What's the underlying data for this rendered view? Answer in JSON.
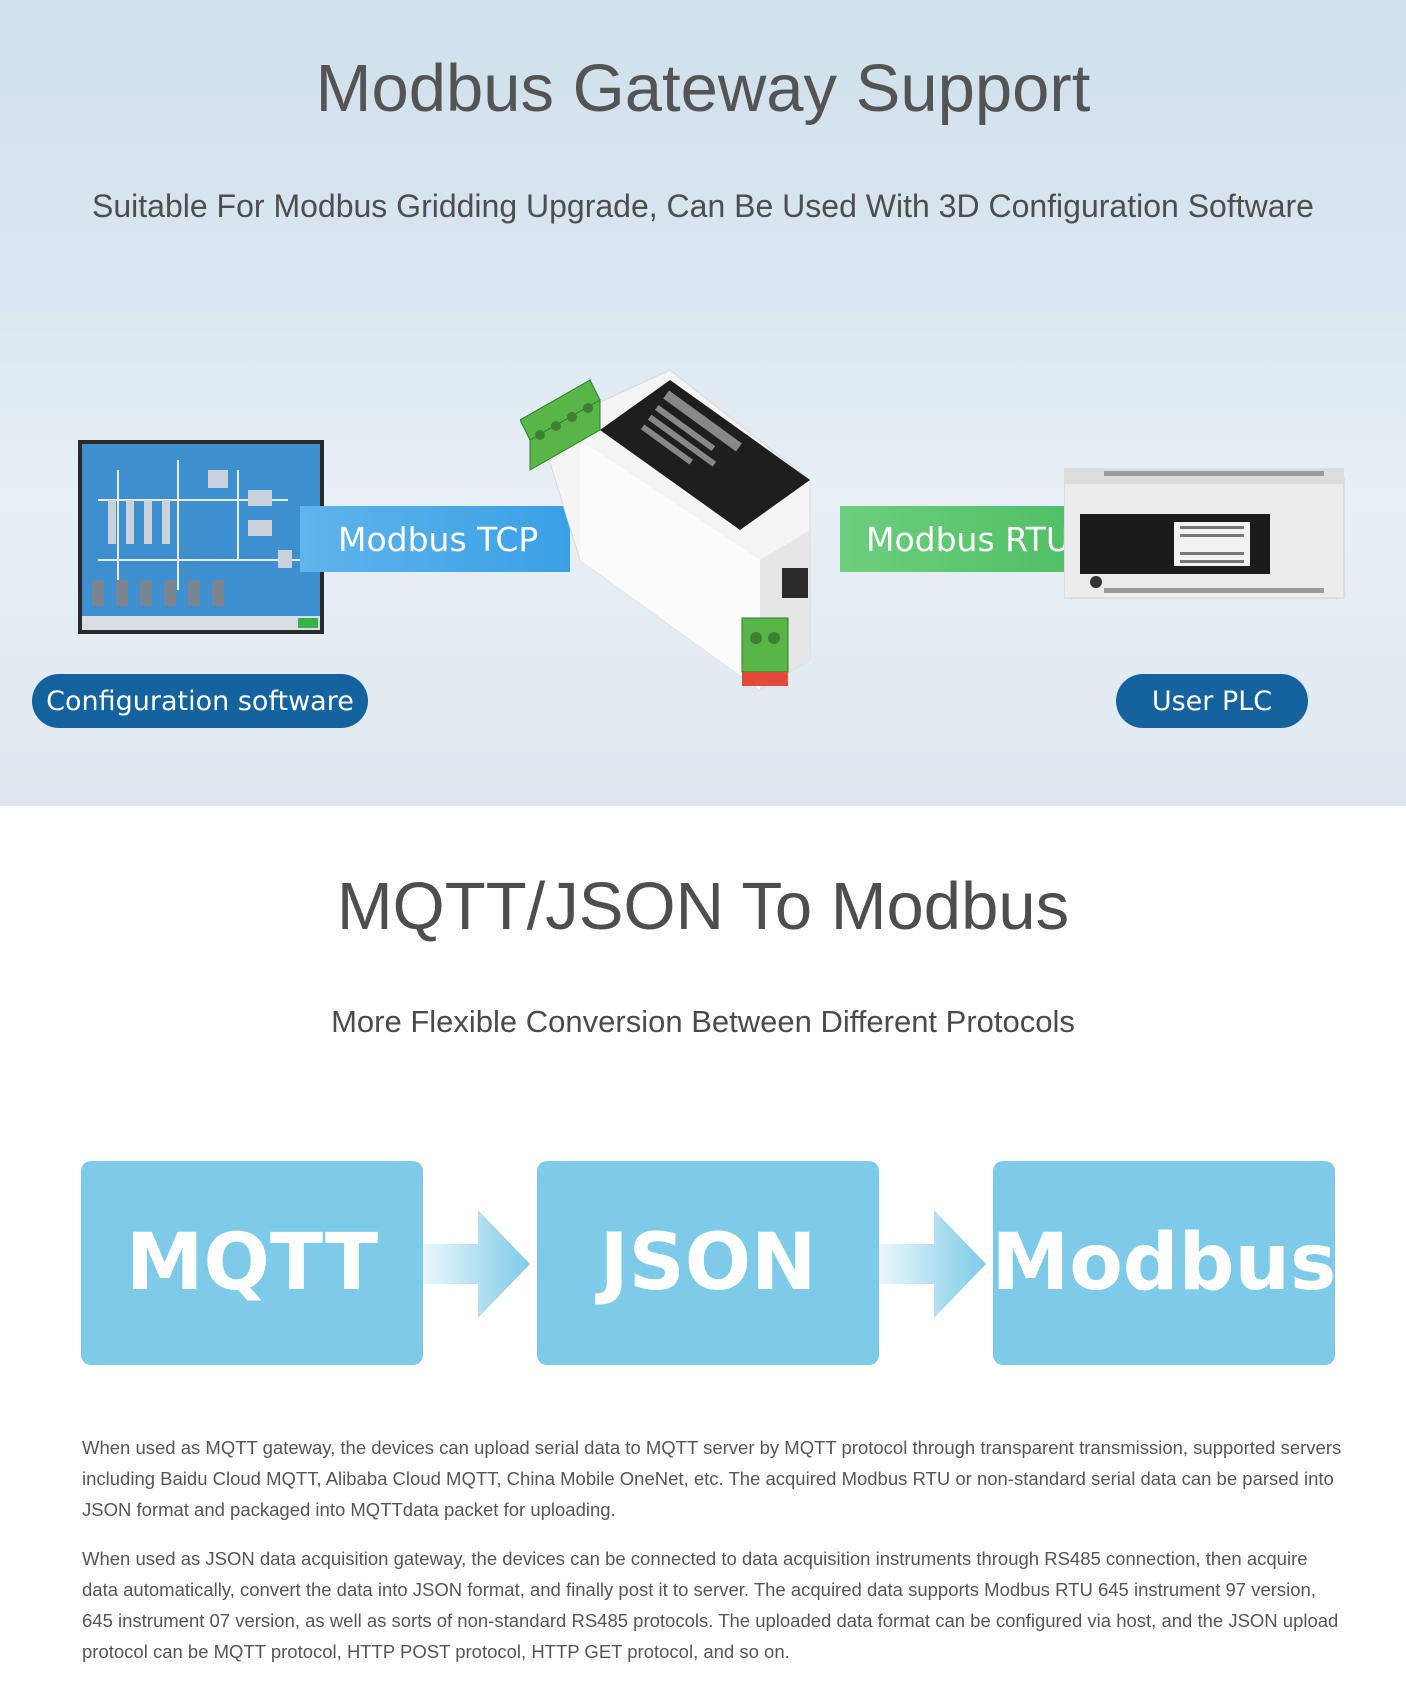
{
  "hero": {
    "title": "Modbus Gateway Support",
    "subtitle": "Suitable For Modbus Gridding Upgrade, Can Be Used With 3D Configuration Software",
    "tcp_label": "Modbus TCP",
    "rtu_label": "Modbus RTU",
    "config_label": "Configuration software",
    "plc_label": "User PLC"
  },
  "section2": {
    "title": "MQTT/JSON To Modbus",
    "subtitle": "More Flexible Conversion Between Different Protocols",
    "flow": [
      "MQTT",
      "JSON",
      "Modbus"
    ],
    "paragraphs": [
      "When used as MQTT gateway, the devices can upload serial data to MQTT server by MQTT protocol through transparent transmission, supported servers including Baidu Cloud MQTT, Alibaba Cloud MQTT, China Mobile OneNet, etc. The acquired Modbus RTU or non-standard serial data can be parsed into JSON format and packaged into MQTTdata packet for uploading.",
      "When used as JSON data acquisition gateway, the devices can be connected to data acquisition instruments through RS485 connection, then acquire data automatically, convert the data into JSON format, and finally post it to server. The acquired data supports Modbus RTU 645 instrument 97 version, 645 instrument 07 version, as well as sorts of non-standard RS485 protocols. The uploaded data format can be configured via host, and the JSON upload protocol can be MQTT protocol, HTTP POST protocol, HTTP GET protocol, and so on."
    ]
  },
  "colors": {
    "tcp_band": "#3aa0e4",
    "rtu_band": "#4fbf64",
    "pill": "#14629e",
    "flow_box": "#7ecbe9"
  }
}
